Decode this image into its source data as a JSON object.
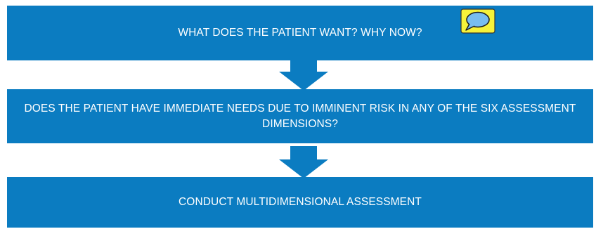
{
  "flowchart": {
    "steps": [
      {
        "label": "WHAT DOES THE PATIENT WANT? WHY NOW?"
      },
      {
        "label": "DOES THE PATIENT HAVE IMMEDIATE NEEDS DUE TO IMMINENT RISK IN ANY OF THE SIX ASSESSMENT DIMENSIONS?"
      },
      {
        "label": "CONDUCT MULTIDIMENSIONAL ASSESSMENT"
      }
    ]
  },
  "colors": {
    "box_fill": "#0b7cc1",
    "arrow_fill": "#0b7cc1",
    "text": "#ffffff",
    "comment_icon_bg": "#f6f23a",
    "comment_bubble": "#78bdf0"
  },
  "icons": {
    "comment": "speech-bubble-icon"
  }
}
